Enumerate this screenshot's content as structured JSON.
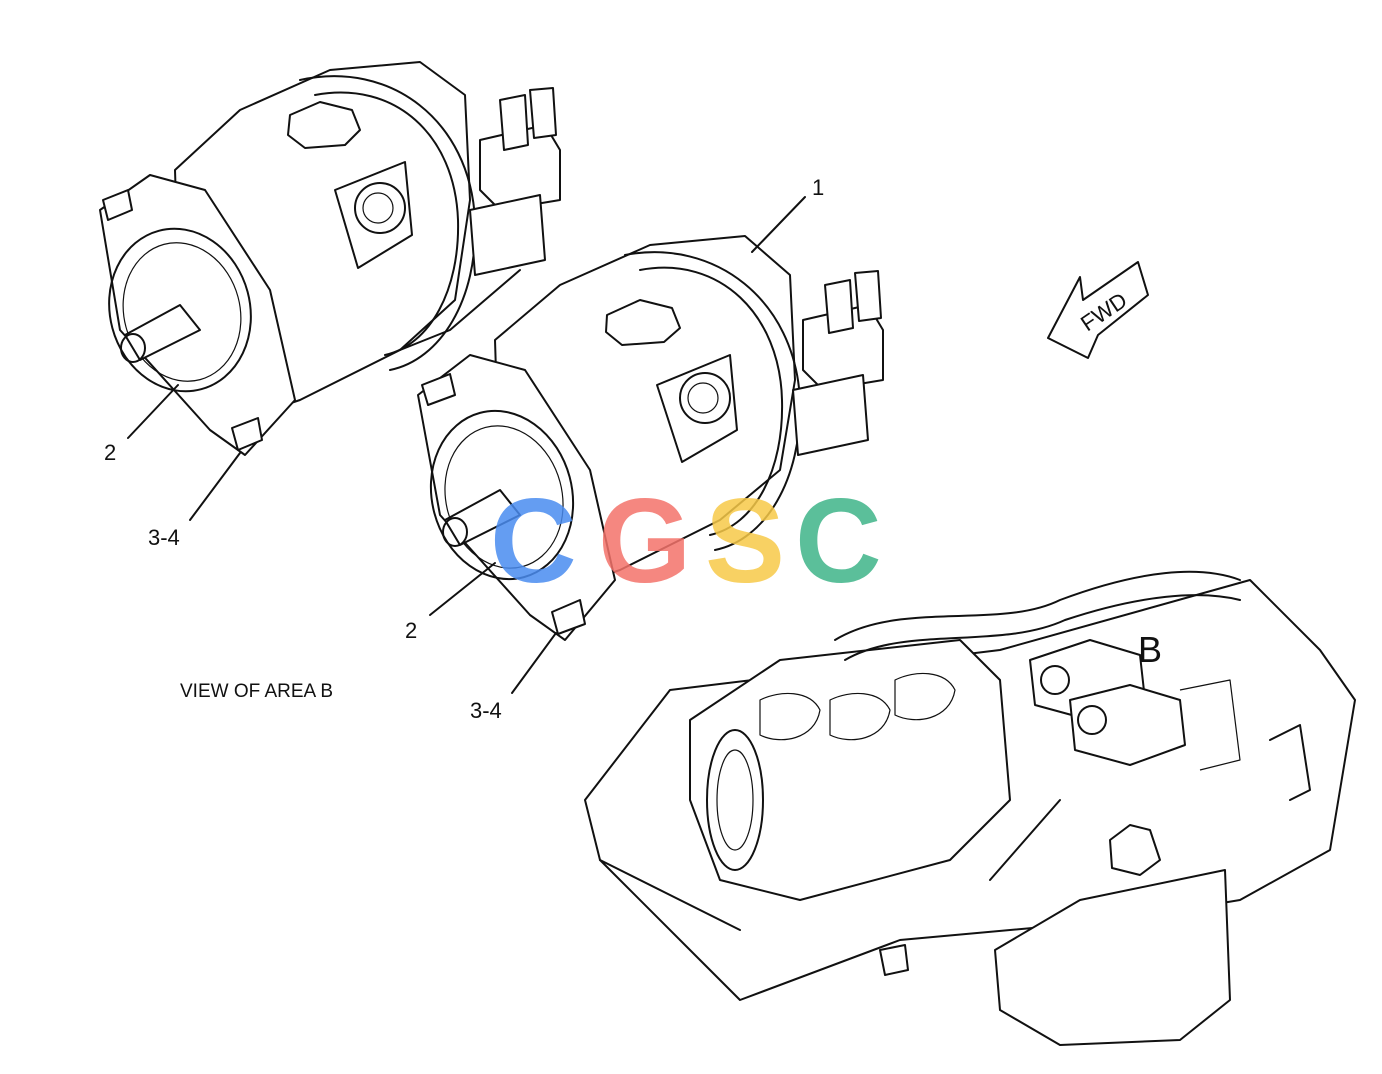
{
  "callouts": {
    "upper_pump": {
      "part": "1",
      "shaft": "2",
      "bolt": "3-4"
    },
    "lower_pump": {
      "shaft": "2",
      "bolt": "3-4"
    }
  },
  "caption": "VIEW OF AREA B",
  "area_marker": "B",
  "direction_arrow": "FWD",
  "watermark": {
    "letters": [
      "C",
      "G",
      "S",
      "C"
    ],
    "colors": [
      "#4a8cf0",
      "#f4736b",
      "#f7c948",
      "#3fb489"
    ]
  }
}
